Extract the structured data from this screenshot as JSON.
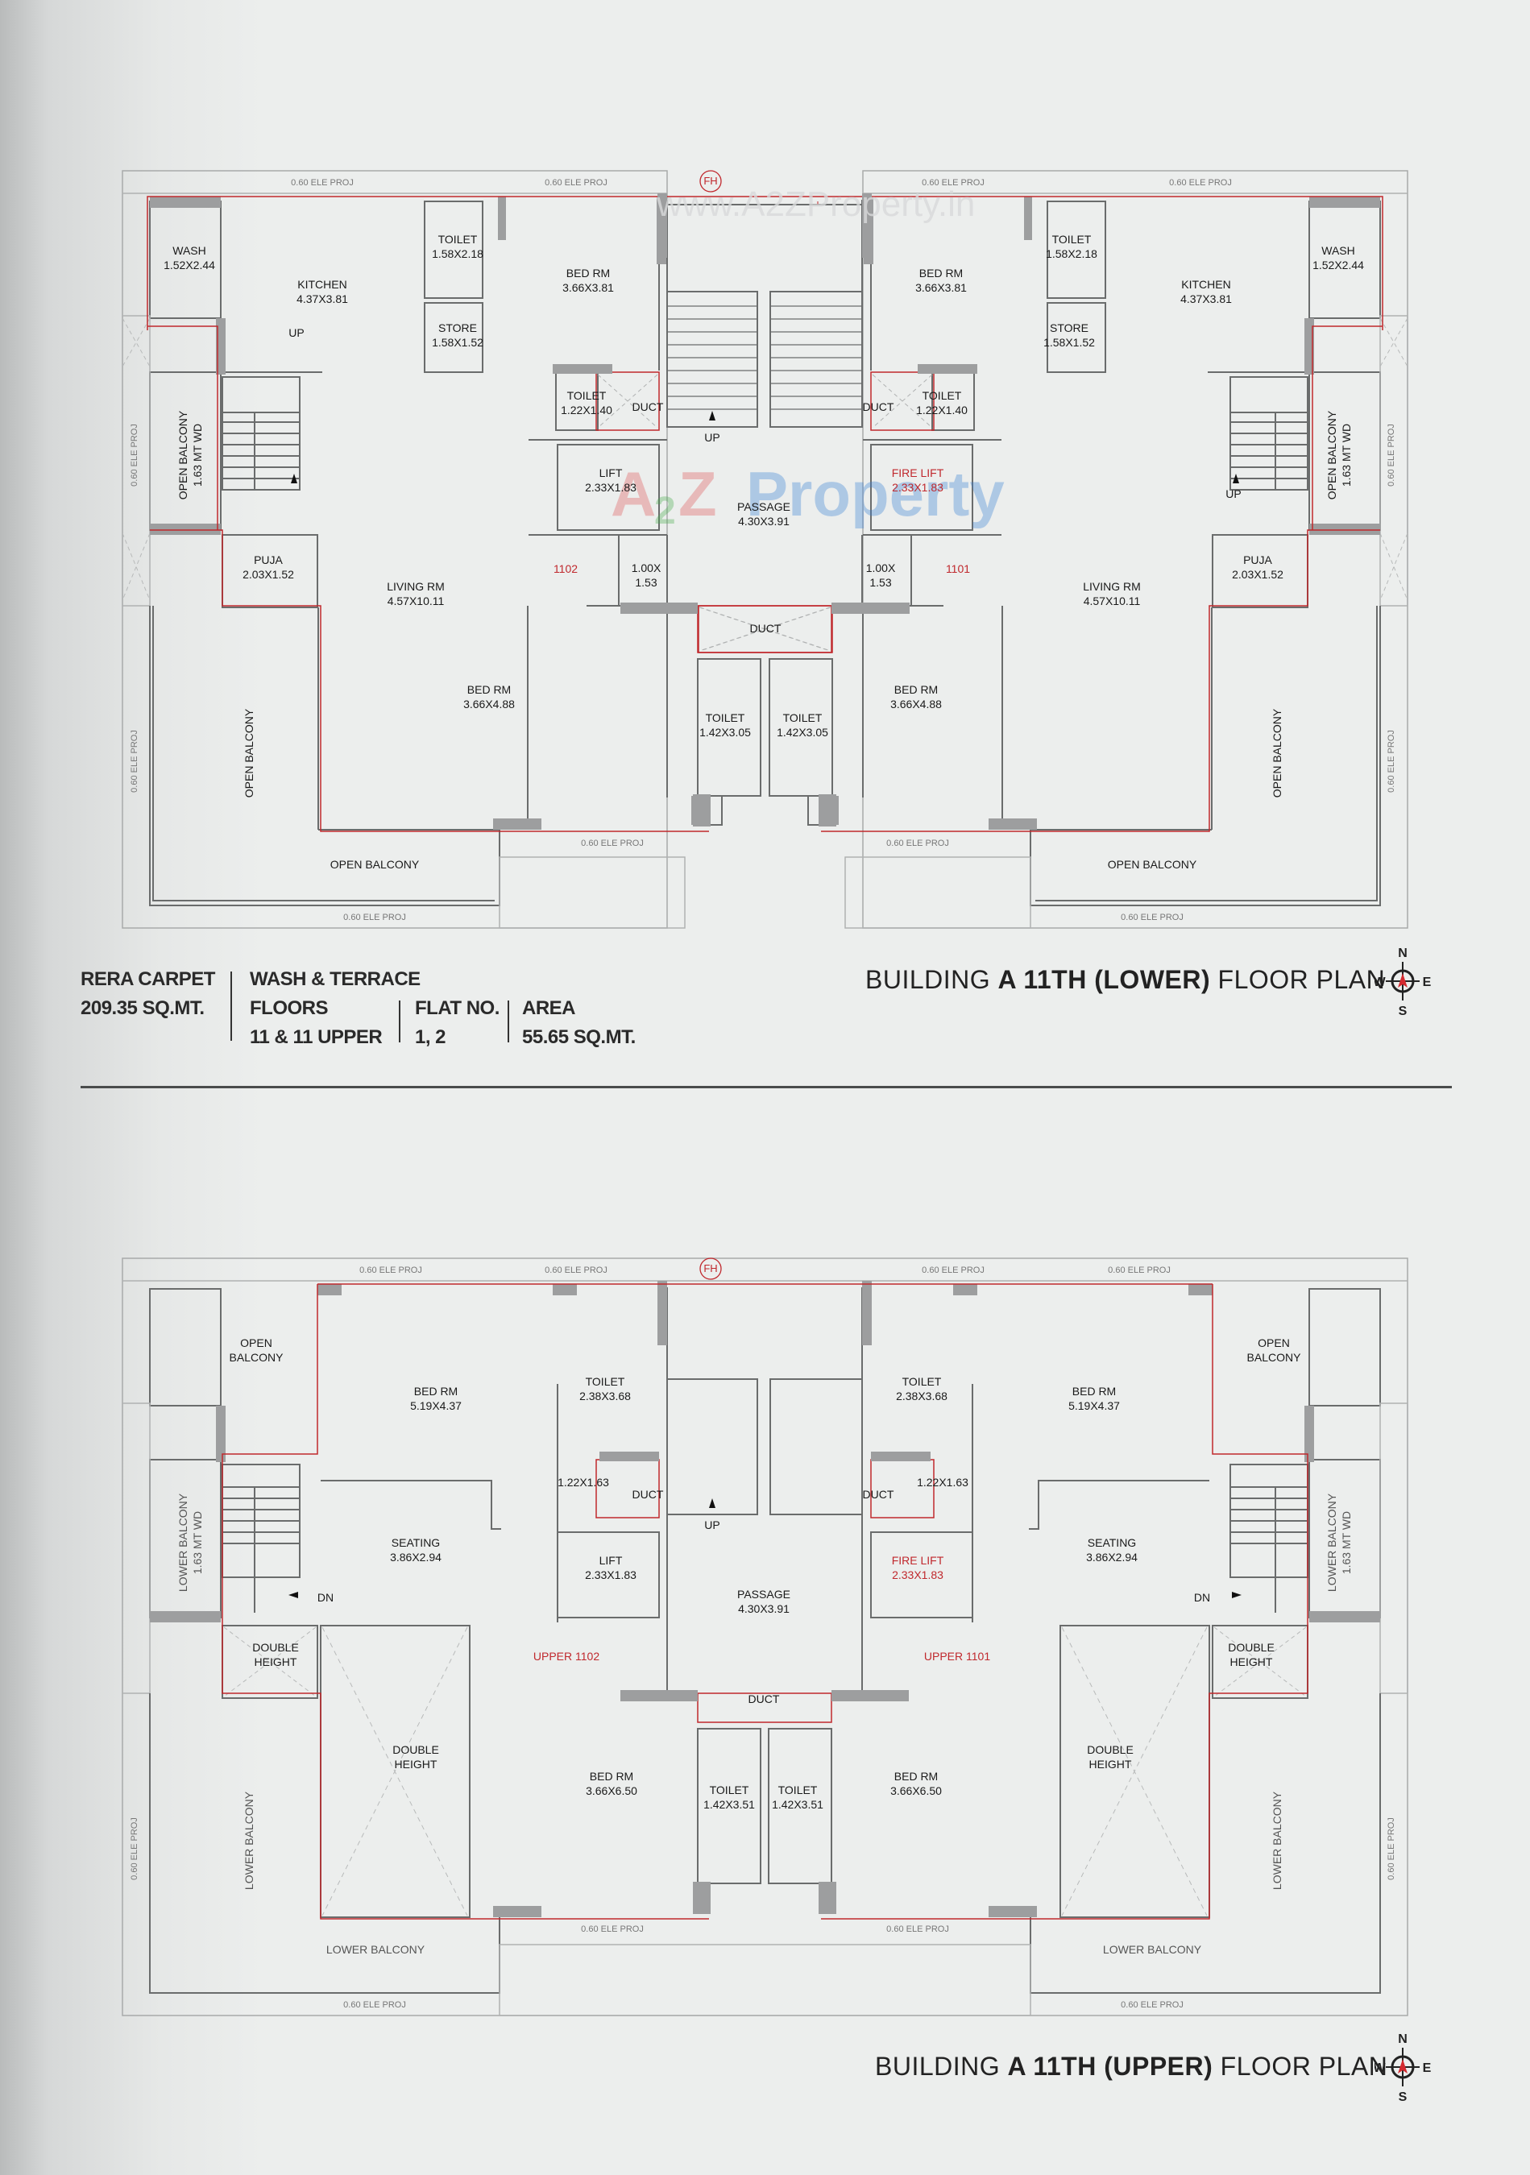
{
  "watermark": {
    "url_text": "www.A2ZProperty.in",
    "logo_text_a": "A",
    "logo_text_2": "2",
    "logo_text_z": "Z",
    "logo_text_property": "Property"
  },
  "colors": {
    "background": "#eceeed",
    "wall": "#5a5c5c",
    "column": "#9d9e9f",
    "rera_line": "#c0282d",
    "label_red": "#c0282d",
    "divider": "#4a4c4c"
  },
  "lower_plan": {
    "title_prefix": "BUILDING",
    "title_bold": "A 11TH (LOWER)",
    "title_suffix": "FLOOR PLAN",
    "fh_label": "FH",
    "proj_label": "0.60 ELE PROJ",
    "flat_left": "1102",
    "flat_right": "1101",
    "rooms": {
      "wash_name": "WASH",
      "wash_size": "1.52X2.44",
      "kitchen_name": "KITCHEN",
      "kitchen_size": "4.37X3.81",
      "toilet_top_name": "TOILET",
      "toilet_top_size": "1.58X2.18",
      "store_name": "STORE",
      "store_size": "1.58X1.52",
      "bed_top_name": "BED RM",
      "bed_top_size": "3.66X3.81",
      "toilet_small_name": "TOILET",
      "toilet_small_size": "1.22X1.40",
      "duct": "DUCT",
      "up": "UP",
      "lift_name": "LIFT",
      "lift_size": "2.33X1.83",
      "fire_lift_name": "FIRE LIFT",
      "fire_lift_size": "2.33X1.83",
      "passage_name": "PASSAGE",
      "passage_size": "4.30X3.91",
      "lobby_size_a": "1.00X",
      "lobby_size_b": "1.53",
      "open_balcony_wd_name": "OPEN BALCONY",
      "open_balcony_wd_size": "1.63 MT WD",
      "puja_name": "PUJA",
      "puja_size": "2.03X1.52",
      "living_name": "LIVING RM",
      "living_size": "4.57X10.11",
      "bed_bottom_name": "BED RM",
      "bed_bottom_size": "3.66X4.88",
      "toilet_bottom_name": "TOILET",
      "toilet_bottom_size": "1.42X3.05",
      "open_balcony": "OPEN BALCONY"
    }
  },
  "upper_plan": {
    "title_prefix": "BUILDING",
    "title_bold": "A 11TH (UPPER)",
    "title_suffix": "FLOOR PLAN",
    "fh_label": "FH",
    "proj_label": "0.60 ELE PROJ",
    "flat_left": "UPPER 1102",
    "flat_right": "UPPER 1101",
    "rooms": {
      "open_balcony_a": "OPEN",
      "open_balcony_b": "BALCONY",
      "bed_top_name": "BED RM",
      "bed_top_size": "5.19X4.37",
      "toilet_top_name": "TOILET",
      "toilet_top_size": "2.38X3.68",
      "small_size": "1.22X1.63",
      "duct": "DUCT",
      "up": "UP",
      "dn": "DN",
      "seating_name": "SEATING",
      "seating_size": "3.86X2.94",
      "lift_name": "LIFT",
      "lift_size": "2.33X1.83",
      "fire_lift_name": "FIRE LIFT",
      "fire_lift_size": "2.33X1.83",
      "passage_name": "PASSAGE",
      "passage_size": "4.30X3.91",
      "lower_balcony_wd_name": "LOWER BALCONY",
      "lower_balcony_wd_size": "1.63 MT WD",
      "double_height_a": "DOUBLE",
      "double_height_b": "HEIGHT",
      "bed_bottom_name": "BED RM",
      "bed_bottom_size": "3.66X6.50",
      "toilet_bottom_name": "TOILET",
      "toilet_bottom_size": "1.42X3.51",
      "lower_balcony": "LOWER BALCONY"
    }
  },
  "info": {
    "rera_label": "RERA CARPET",
    "rera_value": "209.35 SQ.MT.",
    "wash_terrace_label": "WASH & TERRACE",
    "floors_label": "FLOORS",
    "floors_value": "11 & 11 UPPER",
    "flat_label": "FLAT NO.",
    "flat_value": "1, 2",
    "area_label": "AREA",
    "area_value": "55.65 SQ.MT."
  },
  "compass": {
    "n": "N",
    "s": "S",
    "e": "E",
    "w": "W"
  }
}
